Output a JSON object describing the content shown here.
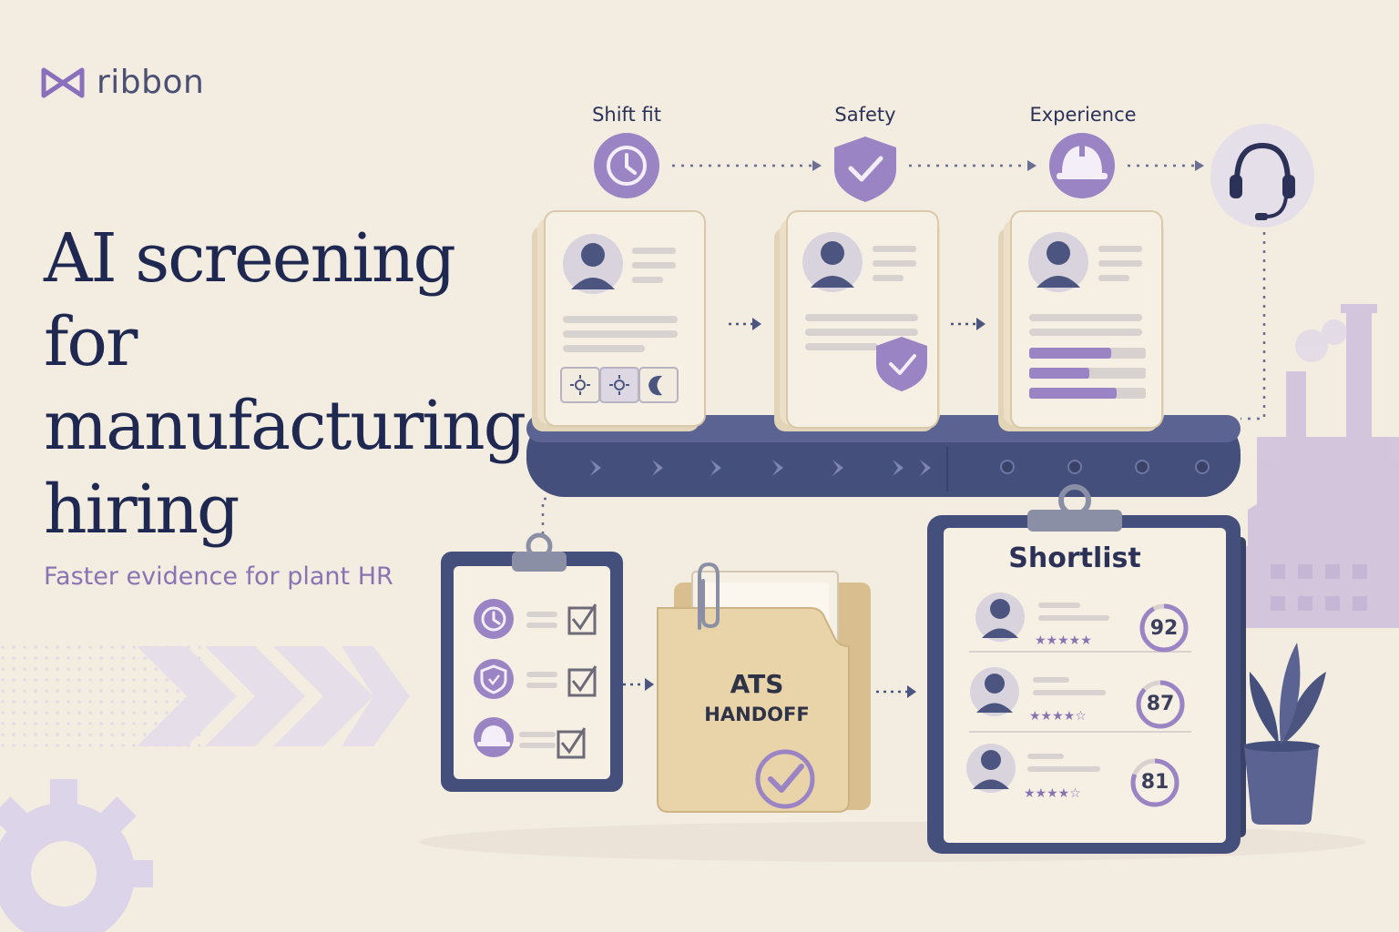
{
  "brand": {
    "name": "ribbon"
  },
  "headline": {
    "lines": [
      "AI screening",
      "for",
      "manufacturing",
      "hiring"
    ],
    "subtitle": "Faster evidence for plant HR"
  },
  "stages": [
    {
      "label": "Shift fit",
      "icon": "clock-icon"
    },
    {
      "label": "Safety",
      "icon": "shield-check-icon"
    },
    {
      "label": "Experience",
      "icon": "hard-hat-icon"
    },
    {
      "label": "",
      "icon": "headset-icon"
    }
  ],
  "handoff": {
    "title": "ATS",
    "subtitle": "HANDOFF"
  },
  "shortlist": {
    "title": "Shortlist",
    "candidates": [
      {
        "score": "92",
        "score_value": 92,
        "stars": 5
      },
      {
        "score": "87",
        "score_value": 87,
        "stars": 4
      },
      {
        "score": "81",
        "score_value": 81,
        "stars": 4
      }
    ]
  },
  "colors": {
    "background": "#f3ece1",
    "navy": "#454f7c",
    "purple": "#9b84c4",
    "card": "#f6f0e4",
    "folder": "#e6cfa4"
  }
}
